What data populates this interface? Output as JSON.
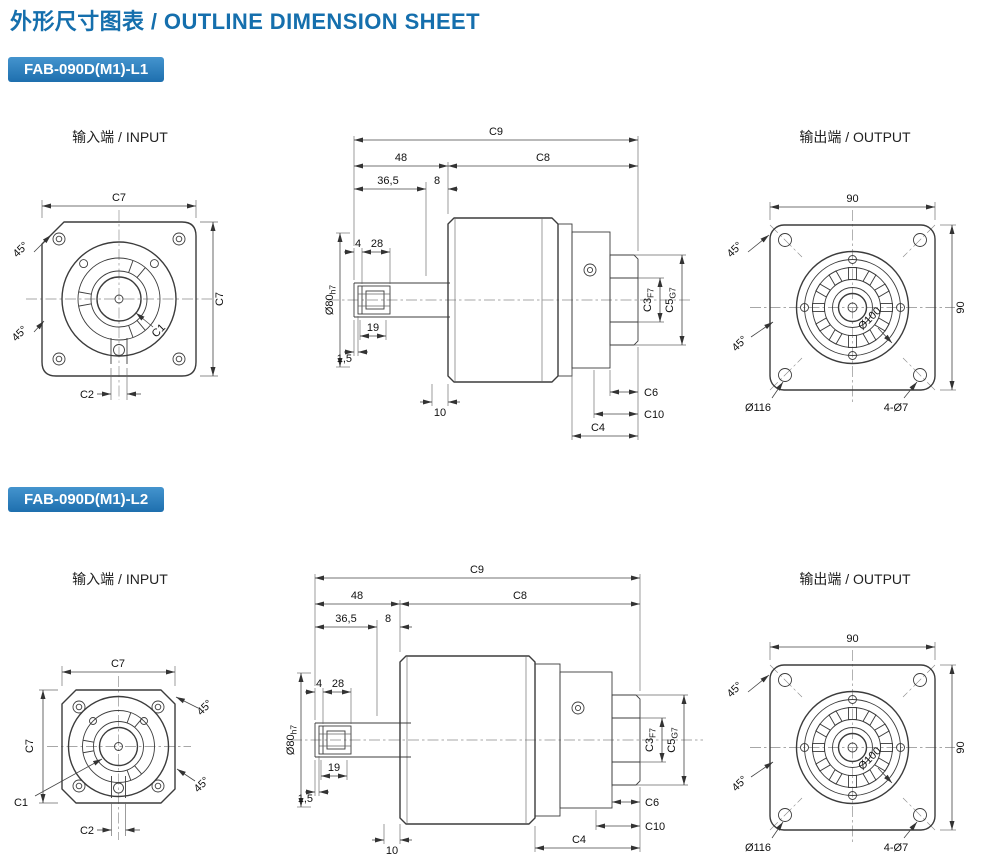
{
  "page": {
    "title": "外形尺寸图表 / OUTLINE DIMENSION SHEET"
  },
  "sections": {
    "s1": {
      "badge": "FAB-090D(M1)-L1",
      "input_label": "输入端 / INPUT",
      "output_label": "输出端 / OUTPUT"
    },
    "s2": {
      "badge": "FAB-090D(M1)-L2",
      "input_label": "输入端 / INPUT",
      "output_label": "输出端 / OUTPUT"
    }
  },
  "labels": {
    "c1": "C1",
    "c2": "C2",
    "c3": "C3",
    "c3_fit": "F7",
    "c4": "C4",
    "c5": "C5",
    "c5_fit": "G7",
    "c6": "C6",
    "c7": "C7",
    "c8": "C8",
    "c9": "C9",
    "c10": "C10",
    "angle_45": "45°",
    "len_48": "48",
    "len_36_5": "36,5",
    "len_8": "8",
    "len_4": "4",
    "len_28": "28",
    "len_19": "19",
    "len_1_5": "1,5",
    "len_10": "10",
    "width_90": "90",
    "shaft_dia": "Ø80",
    "shaft_fit": "h7",
    "dia_100": "Ø100",
    "dia_116": "Ø116",
    "holes_4_7": "4-Ø7"
  },
  "colors": {
    "title_blue": "#156fad",
    "badge_blue": "#2a7fc0",
    "line_dark": "#3c3c3c"
  }
}
